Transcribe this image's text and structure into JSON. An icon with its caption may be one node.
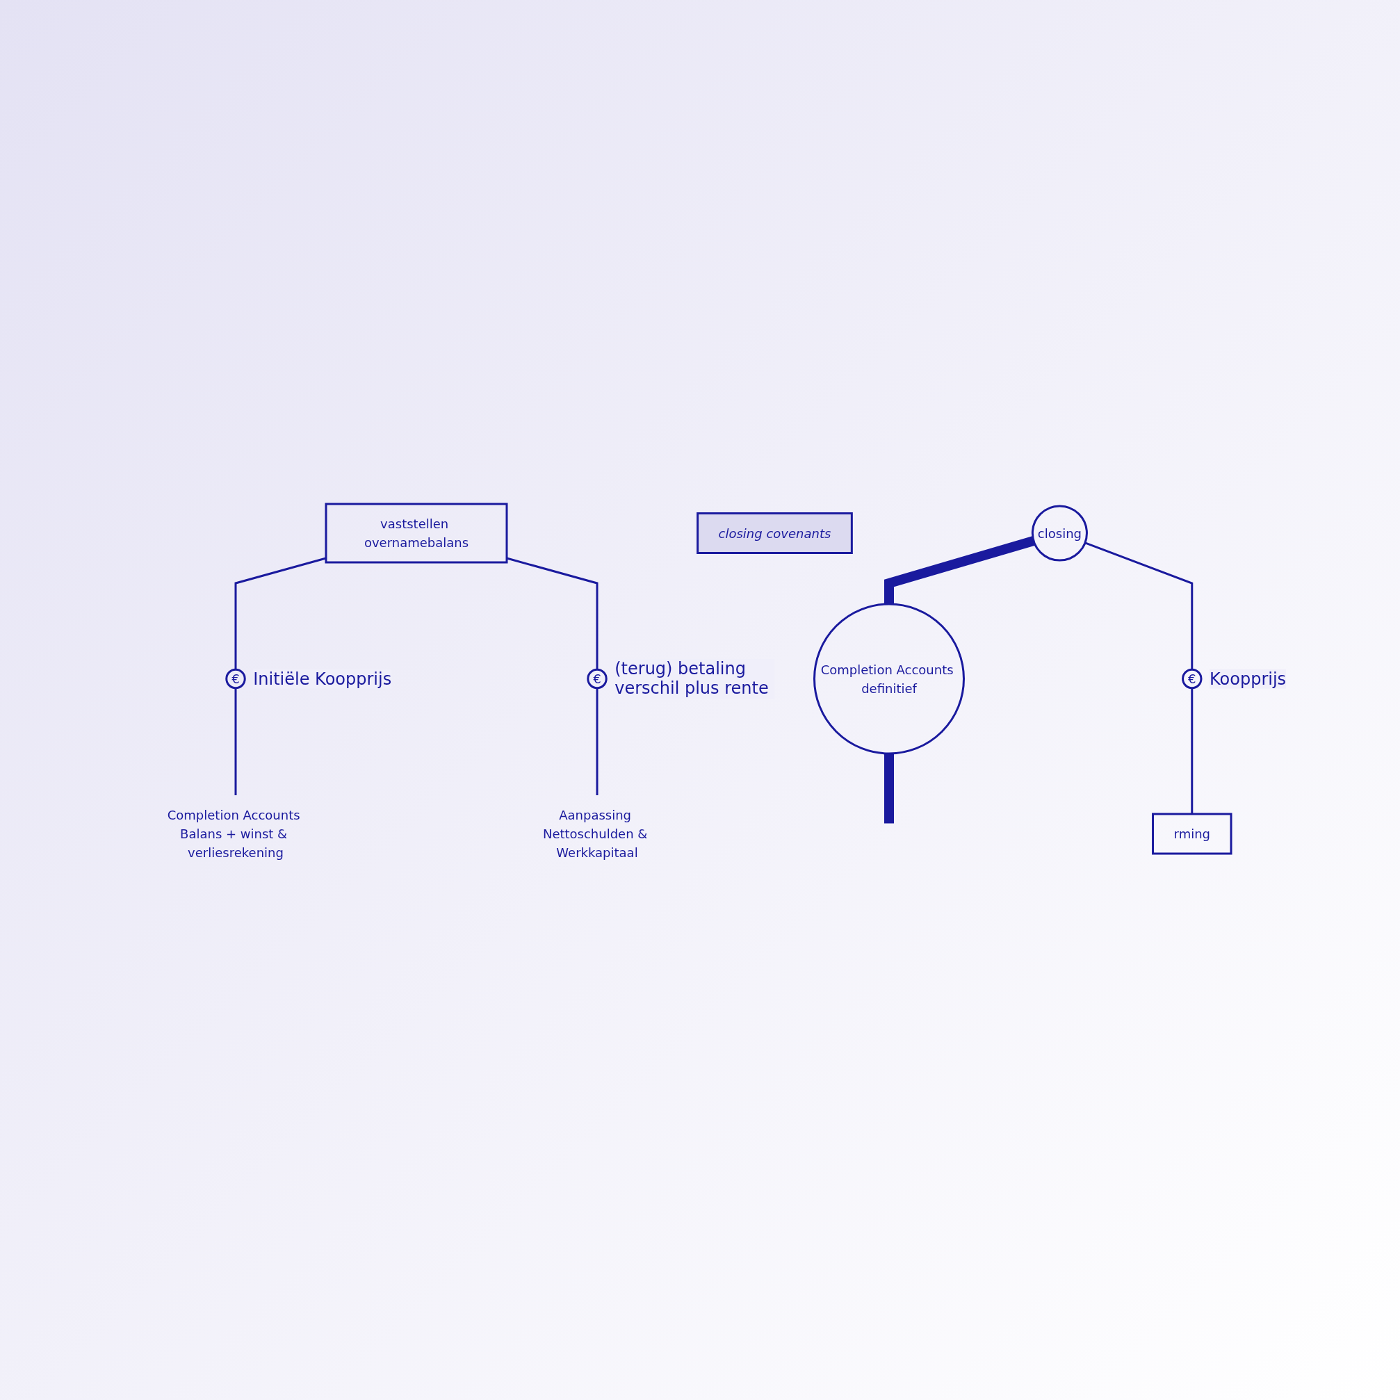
{
  "diagram": {
    "nodes": [
      {
        "text": [
          "vaststellen overnamebalans"
        ]
      },
      {
        "text": [
          "€"
        ],
        "beside": [
          "Initiële Koopprijs"
        ]
      },
      {
        "text": [
          "Completion Accounts Balans + winst & verliesrekening"
        ]
      },
      {
        "text": [
          "€"
        ],
        "beside": [
          "(terug) betaling verschil plus rente"
        ]
      },
      {
        "text": [
          "Aanpassing Nettoschulden & Werkkapitaal"
        ]
      },
      {
        "text": [
          "closing covenants"
        ]
      },
      {
        "text": [
          "closing"
        ]
      },
      {
        "text": [
          "Completion Accounts definitief"
        ]
      },
      {
        "text": [
          "€"
        ],
        "beside": [
          "Koopprijs"
        ]
      },
      {
        "text": [
          "rming"
        ]
      }
    ],
    "edges": [
      {
        "from": 0,
        "to": 1,
        "arrow": "none"
      },
      {
        "from": 1,
        "to": 2,
        "arrow": "none"
      },
      {
        "from": 0,
        "to": 3,
        "arrow": "none"
      },
      {
        "from": 3,
        "to": 4,
        "arrow": "none"
      },
      {
        "from": 6,
        "to": 7,
        "arrow": "none",
        "style": "thick"
      },
      {
        "from": 7,
        "to": null,
        "arrow": "none",
        "style": "thick"
      },
      {
        "from": 6,
        "to": 8,
        "arrow": "none"
      },
      {
        "from": 8,
        "to": 9,
        "arrow": "none"
      }
    ]
  }
}
